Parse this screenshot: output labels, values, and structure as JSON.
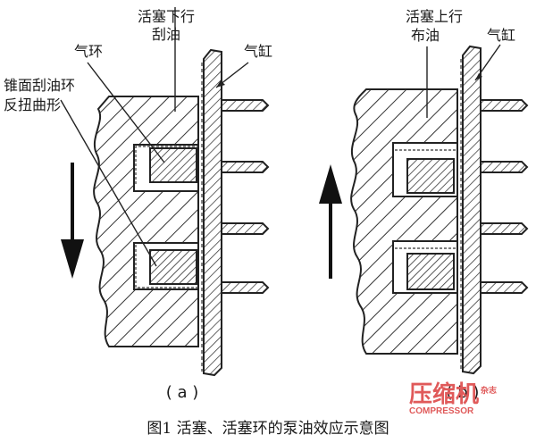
{
  "labels": {
    "a_piston_line1": "活塞下行",
    "a_piston_line2": "刮油",
    "a_cylinder": "气缸",
    "a_ring": "气环",
    "a_cone_line1": "锥面刮油环",
    "a_cone_line2": "反扭曲形",
    "b_piston_line1": "活塞上行",
    "b_piston_line2": "布油",
    "b_cylinder": "气缸"
  },
  "subfig_a": "( a )",
  "subfig_b": "( b )",
  "caption": "图1  活塞、活塞环的泵油效应示意图",
  "watermark": {
    "brand": "压缩机",
    "brand_small": "杂志",
    "sub": "COMPRESSOR",
    "color": "#e05a5a"
  },
  "arrows": {
    "a": "down",
    "b": "up"
  }
}
